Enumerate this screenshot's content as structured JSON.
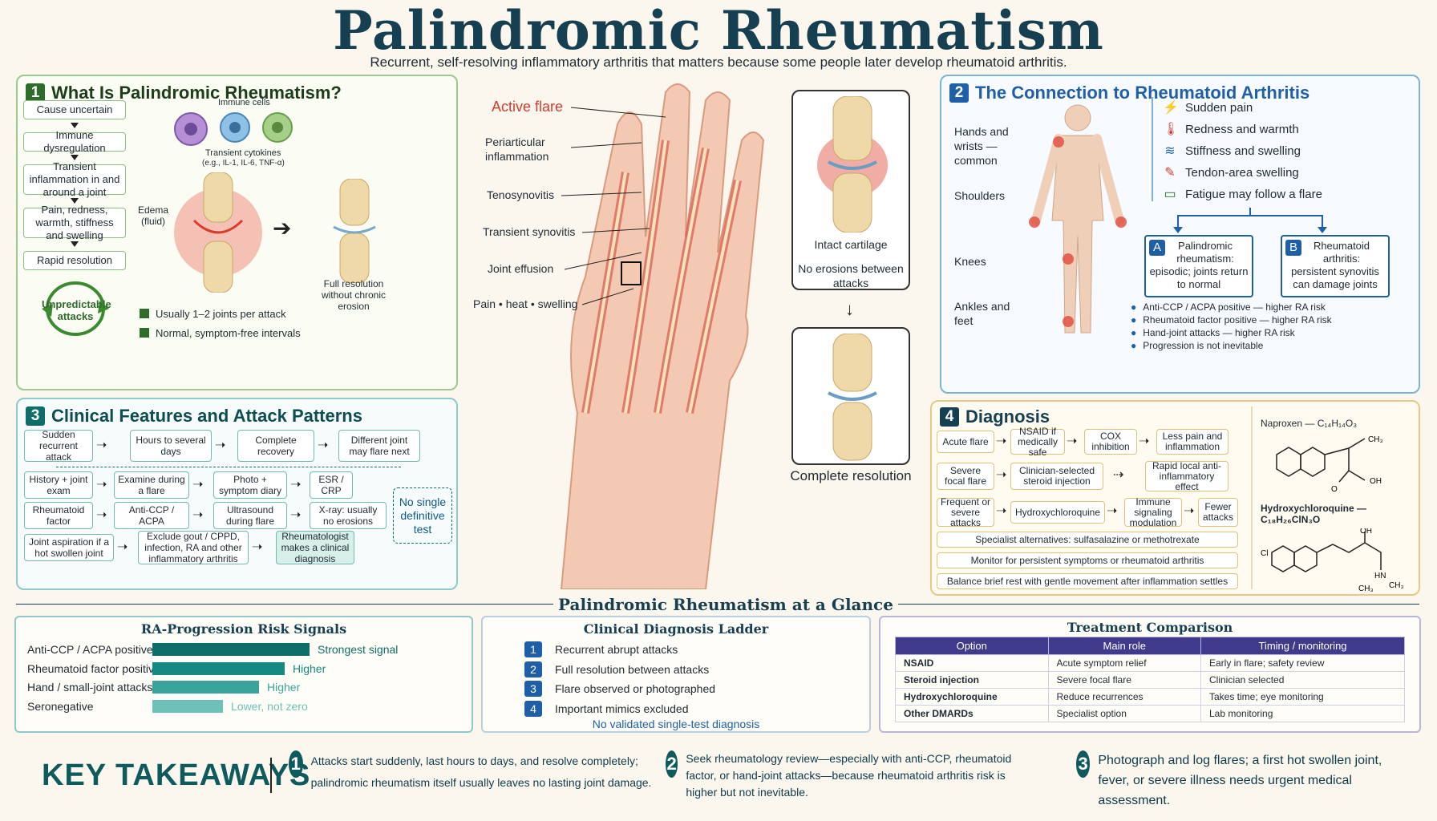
{
  "title": "Palindromic Rheumatism",
  "subtitle": "Recurrent, self-resolving inflammatory arthritis that matters because some people later develop rheumatoid arthritis.",
  "colors": {
    "navy": "#173f52",
    "green": "#2f6b2a",
    "teal": "#0f7a78",
    "red": "#d33b2f",
    "blue": "#1f5fa8",
    "gold": "#c9a13b",
    "purple": "#3f3a8c"
  },
  "section1": {
    "num": "1",
    "title": "What Is Palindromic Rheumatism?",
    "flow": [
      "Cause uncertain",
      "Immune dysregulation",
      "Transient inflammation in and around a joint",
      "Pain, redness, warmth, stiffness and swelling",
      "Rapid resolution"
    ],
    "cycle": "Unpredictable attacks",
    "immune_cells": "Immune cells",
    "cytokines": "Transient cytokines",
    "cytokines_eg": "(e.g., IL-1, IL-6, TNF-α)",
    "edema": "Edema",
    "edema_sub": "(fluid)",
    "full_resolution": "Full resolution without chronic erosion",
    "bullets": [
      "Usually 1–2 joints per attack",
      "Normal, symptom-free intervals"
    ]
  },
  "hand": {
    "labels": [
      "Active flare",
      "Periarticular inflammation",
      "Tenosynovitis",
      "Transient synovitis",
      "Joint effusion",
      "Pain • heat • swelling"
    ]
  },
  "joint": {
    "intact": "Intact cartilage",
    "no_erosions": "No erosions between attacks",
    "complete": "Complete resolution"
  },
  "section2": {
    "num": "2",
    "title": "The Connection to Rheumatoid Arthritis",
    "body_labels": [
      "Hands and wrists — common",
      "Shoulders",
      "Knees",
      "Ankles and feet"
    ],
    "symptoms": [
      {
        "icon": "lightning-icon",
        "label": "Sudden pain"
      },
      {
        "icon": "thermometer-icon",
        "label": "Redness and warmth"
      },
      {
        "icon": "wave-icon",
        "label": "Stiffness and swelling"
      },
      {
        "icon": "arm-icon",
        "label": "Tendon-area swelling"
      },
      {
        "icon": "battery-icon",
        "label": "Fatigue may follow a flare"
      }
    ],
    "optionA": {
      "letter": "A",
      "title": "Palindromic rheumatism:",
      "text": "episodic; joints return to normal"
    },
    "optionB": {
      "letter": "B",
      "title": "Rheumatoid arthritis:",
      "text": "persistent synovitis can damage joints"
    },
    "risks": [
      "Anti-CCP / ACPA positive — higher RA risk",
      "Rheumatoid factor positive — higher RA risk",
      "Hand-joint attacks — higher RA risk",
      "Progression is not inevitable"
    ]
  },
  "section3": {
    "num": "3",
    "title": "Clinical Features and Attack Patterns",
    "row1": [
      "Sudden recurrent attack",
      "Hours to several days",
      "Complete recovery",
      "Different joint may flare next"
    ],
    "row2": [
      "History + joint exam",
      "Examine during a flare",
      "Photo + symptom diary",
      "ESR / CRP"
    ],
    "row3": [
      "Rheumatoid factor",
      "Anti-CCP / ACPA",
      "Ultrasound during flare",
      "X-ray: usually no erosions"
    ],
    "row4": [
      "Joint aspiration if a hot swollen joint",
      "Exclude gout / CPPD, infection, RA and other inflammatory arthritis",
      "Rheumatologist makes a clinical diagnosis"
    ],
    "no_single": "No single definitive test"
  },
  "section4": {
    "num": "4",
    "title": "Diagnosis",
    "rows": [
      [
        "Acute flare",
        "NSAID if medically safe",
        "COX inhibition",
        "Less pain and inflammation"
      ],
      [
        "Severe focal flare",
        "Clinician-selected steroid injection",
        "Rapid local anti-inflammatory effect"
      ],
      [
        "Frequent or severe attacks",
        "Hydroxychloroquine",
        "Immune signaling modulation",
        "Fewer attacks"
      ]
    ],
    "notes": [
      "Specialist alternatives: sulfasalazine or methotrexate",
      "Monitor for persistent symptoms or rheumatoid arthritis",
      "Balance brief rest with gentle movement after inflammation settles"
    ],
    "naproxen": "Naproxen — C₁₄H₁₄O₃",
    "hcq": "Hydroxychloroquine — C₁₈H₂₆ClN₃O"
  },
  "glance": {
    "title": "Palindromic Rheumatism at a Glance"
  },
  "risk_signals": {
    "title": "RA-Progression Risk Signals",
    "items": [
      {
        "label": "Anti-CCP / ACPA positive",
        "level": 1.0,
        "note": "Strongest signal",
        "color": "#0f6e6a"
      },
      {
        "label": "Rheumatoid factor positive",
        "level": 0.84,
        "note": "Higher",
        "color": "#168a82"
      },
      {
        "label": "Hand / small-joint attacks",
        "level": 0.68,
        "note": "Higher",
        "color": "#3aa39b"
      },
      {
        "label": "Seronegative",
        "level": 0.45,
        "note": "Lower, not zero",
        "color": "#6fc0b8"
      }
    ]
  },
  "ladder": {
    "title": "Clinical Diagnosis Ladder",
    "steps": [
      {
        "n": "1",
        "text": "Recurrent abrupt attacks"
      },
      {
        "n": "2",
        "text": "Full resolution between attacks"
      },
      {
        "n": "3",
        "text": "Flare observed or photographed"
      },
      {
        "n": "4",
        "text": "Important mimics excluded"
      }
    ],
    "footer": "No validated single-test diagnosis"
  },
  "treatment": {
    "title": "Treatment Comparison",
    "headers": [
      "Option",
      "Main role",
      "Timing / monitoring"
    ],
    "rows": [
      [
        "NSAID",
        "Acute symptom relief",
        "Early in flare; safety review"
      ],
      [
        "Steroid injection",
        "Severe focal flare",
        "Clinician selected"
      ],
      [
        "Hydroxychloroquine",
        "Reduce recurrences",
        "Takes time; eye monitoring"
      ],
      [
        "Other DMARDs",
        "Specialist option",
        "Lab monitoring"
      ]
    ]
  },
  "takeaways": {
    "title": "KEY TAKEAWAYS",
    "items": [
      {
        "n": "1",
        "text": "Attacks start suddenly, last hours to days, and resolve completely; palindromic rheumatism itself usually leaves no lasting joint damage."
      },
      {
        "n": "2",
        "text": "Seek rheumatology review—especially with anti-CCP, rheumatoid factor, or hand-joint attacks—because rheumatoid arthritis risk is higher but not inevitable."
      },
      {
        "n": "3",
        "text": "Photograph and log flares; a first hot swollen joint, fever, or severe illness needs urgent medical assessment."
      }
    ]
  }
}
